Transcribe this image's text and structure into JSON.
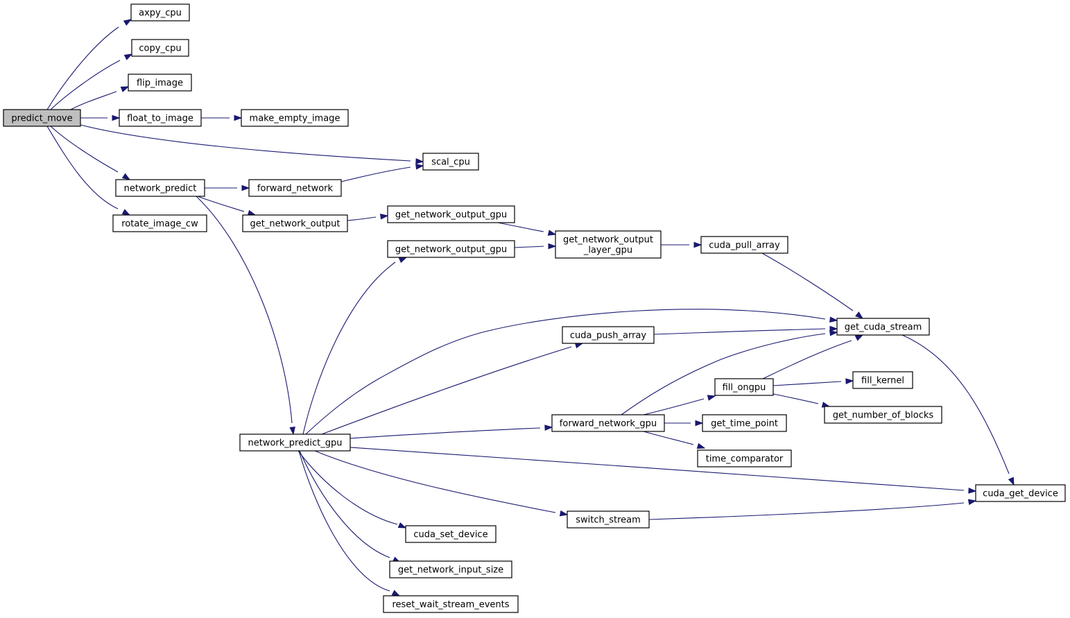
{
  "graph": {
    "colors": {
      "edge": "#191970",
      "node_fill": "#ffffff",
      "root_fill": "#bfbfbf",
      "border": "#000000"
    },
    "nodes": [
      {
        "id": "predict_move",
        "lines": [
          "predict_move"
        ],
        "root": true
      },
      {
        "id": "axpy_cpu",
        "lines": [
          "axpy_cpu"
        ]
      },
      {
        "id": "copy_cpu",
        "lines": [
          "copy_cpu"
        ]
      },
      {
        "id": "flip_image",
        "lines": [
          "flip_image"
        ]
      },
      {
        "id": "float_to_image",
        "lines": [
          "float_to_image"
        ]
      },
      {
        "id": "make_empty_image",
        "lines": [
          "make_empty_image"
        ]
      },
      {
        "id": "scal_cpu",
        "lines": [
          "scal_cpu"
        ]
      },
      {
        "id": "network_predict",
        "lines": [
          "network_predict"
        ]
      },
      {
        "id": "forward_network",
        "lines": [
          "forward_network"
        ]
      },
      {
        "id": "rotate_image_cw",
        "lines": [
          "rotate_image_cw"
        ]
      },
      {
        "id": "get_network_output",
        "lines": [
          "get_network_output"
        ]
      },
      {
        "id": "get_network_output_gpu_1",
        "lines": [
          "get_network_output_gpu"
        ]
      },
      {
        "id": "get_network_output_gpu_2",
        "lines": [
          "get_network_output_gpu"
        ]
      },
      {
        "id": "get_network_output_layer_gpu",
        "lines": [
          "get_network_output",
          "_layer_gpu"
        ]
      },
      {
        "id": "cuda_pull_array",
        "lines": [
          "cuda_pull_array"
        ]
      },
      {
        "id": "get_cuda_stream",
        "lines": [
          "get_cuda_stream"
        ]
      },
      {
        "id": "cuda_push_array",
        "lines": [
          "cuda_push_array"
        ]
      },
      {
        "id": "fill_ongpu",
        "lines": [
          "fill_ongpu"
        ]
      },
      {
        "id": "fill_kernel",
        "lines": [
          "fill_kernel"
        ]
      },
      {
        "id": "get_number_of_blocks",
        "lines": [
          "get_number_of_blocks"
        ]
      },
      {
        "id": "forward_network_gpu",
        "lines": [
          "forward_network_gpu"
        ]
      },
      {
        "id": "get_time_point",
        "lines": [
          "get_time_point"
        ]
      },
      {
        "id": "time_comparator",
        "lines": [
          "time_comparator"
        ]
      },
      {
        "id": "network_predict_gpu",
        "lines": [
          "network_predict_gpu"
        ]
      },
      {
        "id": "cuda_get_device",
        "lines": [
          "cuda_get_device"
        ]
      },
      {
        "id": "switch_stream",
        "lines": [
          "switch_stream"
        ]
      },
      {
        "id": "cuda_set_device",
        "lines": [
          "cuda_set_device"
        ]
      },
      {
        "id": "get_network_input_size",
        "lines": [
          "get_network_input_size"
        ]
      },
      {
        "id": "reset_wait_stream_events",
        "lines": [
          "reset_wait_stream_events"
        ]
      }
    ],
    "edges": [
      {
        "from": "predict_move",
        "to": "axpy_cpu"
      },
      {
        "from": "predict_move",
        "to": "copy_cpu"
      },
      {
        "from": "predict_move",
        "to": "flip_image"
      },
      {
        "from": "predict_move",
        "to": "float_to_image"
      },
      {
        "from": "float_to_image",
        "to": "make_empty_image"
      },
      {
        "from": "predict_move",
        "to": "scal_cpu"
      },
      {
        "from": "predict_move",
        "to": "network_predict"
      },
      {
        "from": "predict_move",
        "to": "rotate_image_cw"
      },
      {
        "from": "network_predict",
        "to": "forward_network"
      },
      {
        "from": "forward_network",
        "to": "scal_cpu"
      },
      {
        "from": "network_predict",
        "to": "get_network_output"
      },
      {
        "from": "network_predict",
        "to": "network_predict_gpu"
      },
      {
        "from": "get_network_output",
        "to": "get_network_output_gpu_1"
      },
      {
        "from": "get_network_output_gpu_1",
        "to": "get_network_output_layer_gpu"
      },
      {
        "from": "get_network_output_gpu_2",
        "to": "get_network_output_layer_gpu"
      },
      {
        "from": "get_network_output_layer_gpu",
        "to": "cuda_pull_array"
      },
      {
        "from": "cuda_pull_array",
        "to": "get_cuda_stream"
      },
      {
        "from": "network_predict_gpu",
        "to": "get_network_output_gpu_2"
      },
      {
        "from": "network_predict_gpu",
        "to": "get_cuda_stream"
      },
      {
        "from": "network_predict_gpu",
        "to": "cuda_push_array"
      },
      {
        "from": "cuda_push_array",
        "to": "get_cuda_stream"
      },
      {
        "from": "network_predict_gpu",
        "to": "forward_network_gpu"
      },
      {
        "from": "forward_network_gpu",
        "to": "get_cuda_stream"
      },
      {
        "from": "forward_network_gpu",
        "to": "fill_ongpu"
      },
      {
        "from": "forward_network_gpu",
        "to": "get_time_point"
      },
      {
        "from": "forward_network_gpu",
        "to": "time_comparator"
      },
      {
        "from": "fill_ongpu",
        "to": "get_cuda_stream"
      },
      {
        "from": "fill_ongpu",
        "to": "fill_kernel"
      },
      {
        "from": "fill_ongpu",
        "to": "get_number_of_blocks"
      },
      {
        "from": "get_cuda_stream",
        "to": "cuda_get_device"
      },
      {
        "from": "network_predict_gpu",
        "to": "cuda_get_device"
      },
      {
        "from": "network_predict_gpu",
        "to": "switch_stream"
      },
      {
        "from": "switch_stream",
        "to": "cuda_get_device"
      },
      {
        "from": "network_predict_gpu",
        "to": "cuda_set_device"
      },
      {
        "from": "network_predict_gpu",
        "to": "get_network_input_size"
      },
      {
        "from": "network_predict_gpu",
        "to": "reset_wait_stream_events"
      }
    ]
  }
}
